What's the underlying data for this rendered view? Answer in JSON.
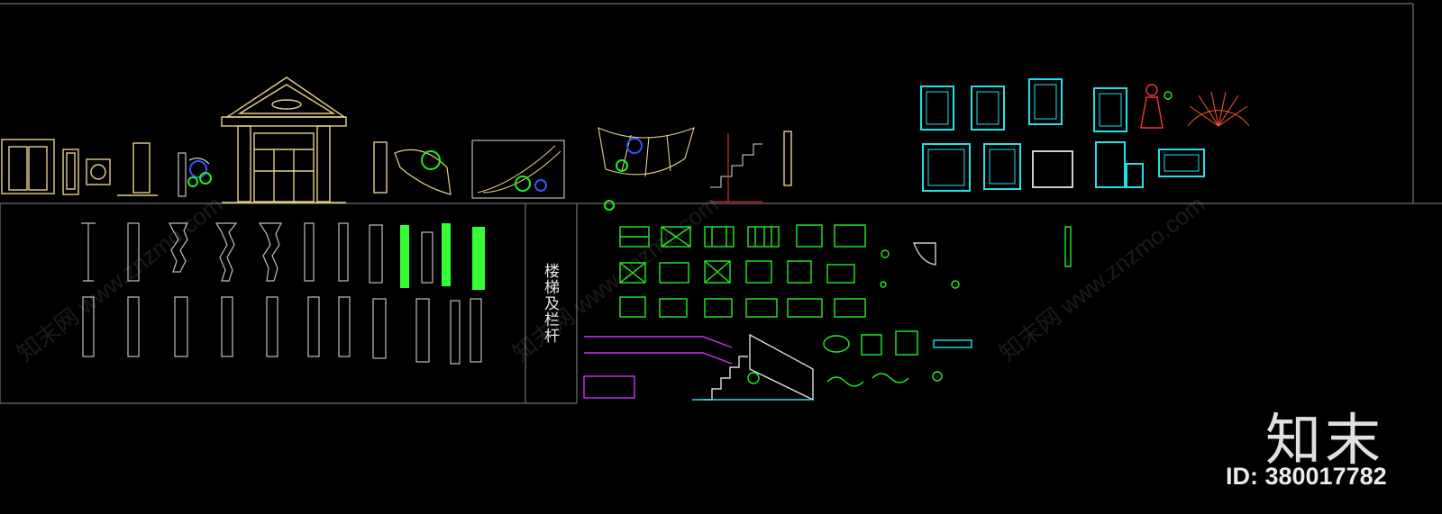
{
  "section_label": "楼梯及栏杆",
  "watermark": {
    "logo_text": "知末",
    "id_text": "ID: 380017782",
    "diagonal_text": "知末网 www.znzmo.com"
  },
  "colors": {
    "background": "#000000",
    "frame_line": "#8a8a8a",
    "door_yellow": "#e8d08a",
    "column_gray": "#bfbfbf",
    "column_green": "#33ff33",
    "railing_green": "#22ee22",
    "railing_magenta": "#cc33ff",
    "frame_cyan": "#22e0e8",
    "ornament_red": "#ff3333",
    "plant_blue": "#3355ff"
  }
}
